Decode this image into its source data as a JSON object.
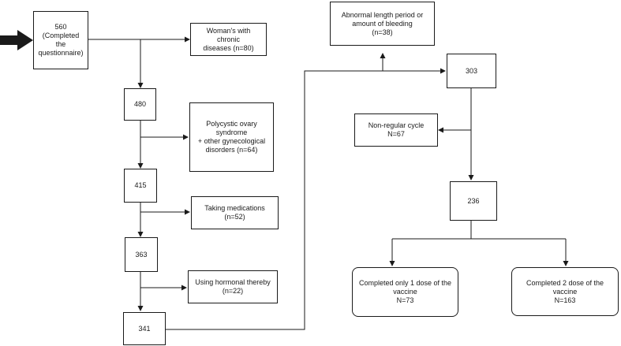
{
  "nodes": {
    "completed_questionnaire": "560\n(Completed the\nquestionnaire)",
    "chronic_diseases": "Woman's with chronic\ndiseases (n=80)",
    "n480": "480",
    "pcos": "Polycystic ovary\nsyndrome\n+ other gynecological\ndisorders (n=64)",
    "n415": "415",
    "medications": "Taking medications\n(n=52)",
    "n363": "363",
    "hormonal": "Using hormonal thereby\n(n=22)",
    "n341": "341",
    "abnormal_period": "Abnormal length period or\namount of bleeding\n(n=38)",
    "n303": "303",
    "non_regular": "Non-regular cycle\nN=67",
    "n236": "236",
    "one_dose": "Completed only 1 dose of the\nvaccine\nN=73",
    "two_dose": "Completed 2 dose of the\nvaccine\nN=163"
  },
  "colors": {
    "stroke": "#1a1a1a",
    "background": "#ffffff"
  }
}
